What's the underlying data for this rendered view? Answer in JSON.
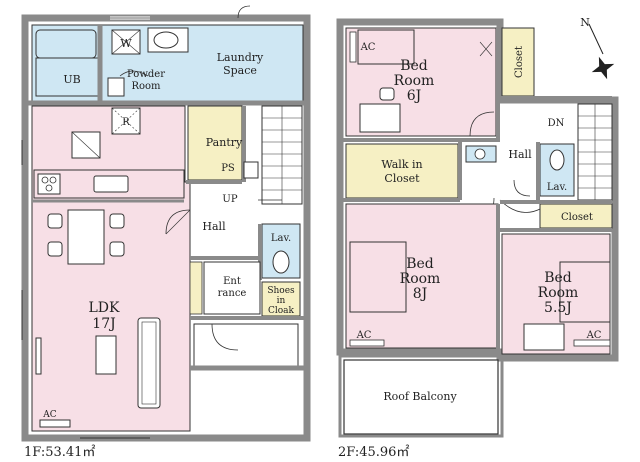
{
  "floor1": {
    "caption": "1F:53.41㎡",
    "rooms": {
      "laundry": [
        "Laundry",
        "Space"
      ],
      "ub": "UB",
      "w": "W",
      "powder": [
        "Powder",
        "Room"
      ],
      "r": "R",
      "pantry": "Pantry",
      "ps": "PS",
      "up": "UP",
      "hall": "Hall",
      "lav": "Lav.",
      "entrance": [
        "Ent",
        "rance"
      ],
      "shoes": [
        "Shoes",
        "in",
        "Cloak"
      ],
      "ldk": [
        "LDK",
        "17J"
      ],
      "ac": "AC"
    }
  },
  "floor2": {
    "caption": "2F:45.96㎡",
    "rooms": {
      "bed6": [
        "Bed",
        "Room",
        "6J"
      ],
      "ac_top": "AC",
      "closet_top": "Closet",
      "dn": "DN",
      "hall": "Hall",
      "walkin": [
        "Walk in",
        "Closet"
      ],
      "lav": "Lav.",
      "closet_right": "Closet",
      "bed8": [
        "Bed",
        "Room",
        "8J"
      ],
      "ac_8": "AC",
      "bed55": [
        "Bed",
        "Room",
        "5.5J"
      ],
      "ac_55": "AC",
      "balcony": "Roof Balcony"
    }
  },
  "compass": {
    "label": "N"
  },
  "colors": {
    "wall": "#8a8a8a",
    "pink": "#f7dfe6",
    "blue": "#cfe7f3",
    "yellow": "#f6f0c4",
    "line": "#333333"
  }
}
